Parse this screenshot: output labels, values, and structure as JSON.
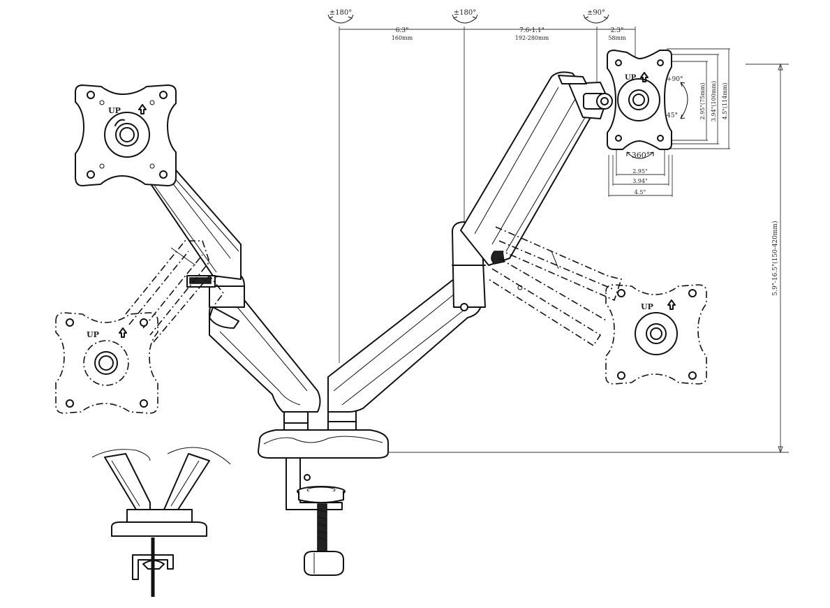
{
  "rotation": {
    "r1": "±180°",
    "r2": "±180°",
    "r3": "±90°",
    "tilt_up": "+90°",
    "tilt_down": "-45°",
    "swivel": "360°"
  },
  "dimensions": {
    "seg1_in": "6.3\"",
    "seg1_mm": "160mm",
    "seg2_in": "7.6-1.1\"",
    "seg2_mm": "192-280mm",
    "seg3_in": "2.3\"",
    "seg3_mm": "58mm",
    "vesa_h1": "2.95\"",
    "vesa_h2": "3.94\"",
    "vesa_h3": "4.5\"",
    "vesa_v1": "2.95\"(75mm)",
    "vesa_v2": "3.94\"(100mm)",
    "vesa_v3": "4.5\"(114mm)",
    "height_range": "5.9\"-16.5\"(150-420mm)"
  },
  "labels": {
    "up": "UP"
  }
}
